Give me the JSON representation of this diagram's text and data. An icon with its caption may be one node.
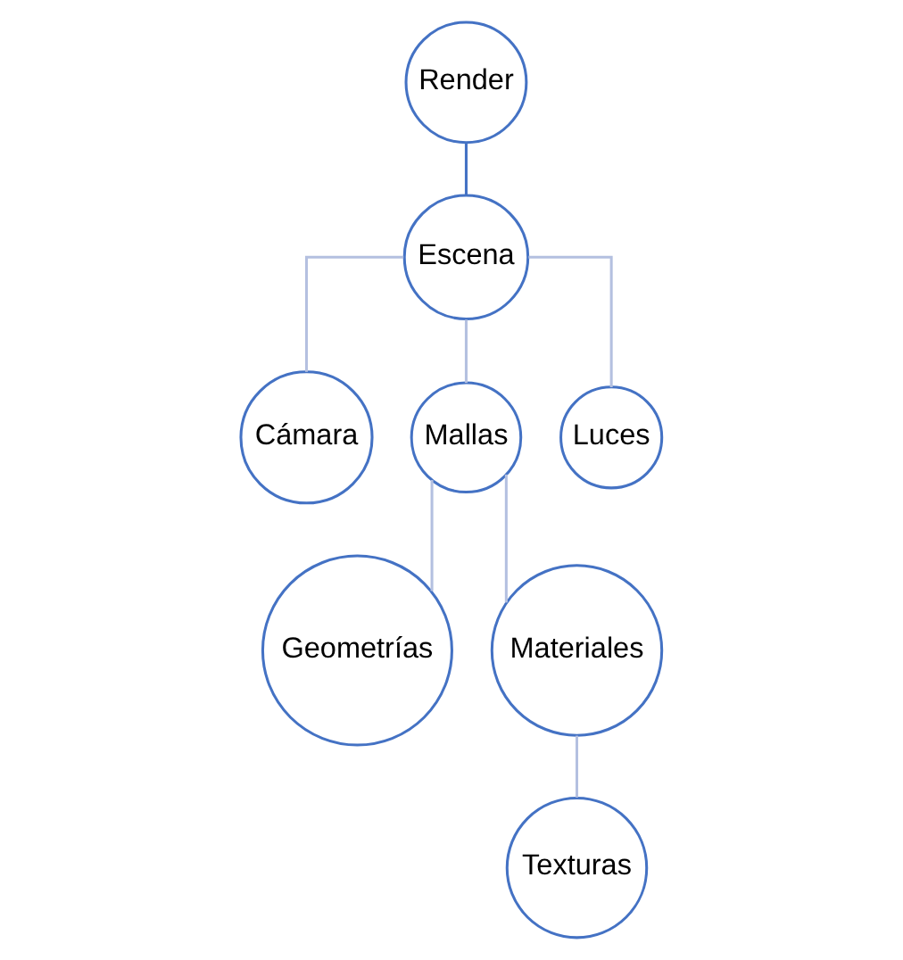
{
  "diagram": {
    "nodes": [
      {
        "text": [
          "Render"
        ]
      },
      {
        "text": [
          "Escena"
        ]
      },
      {
        "text": [
          "Cámara"
        ]
      },
      {
        "text": [
          "Mallas"
        ]
      },
      {
        "text": [
          "Luces"
        ]
      },
      {
        "text": [
          "Geometrías"
        ]
      },
      {
        "text": [
          "Materiales"
        ]
      },
      {
        "text": [
          "Texturas"
        ]
      }
    ],
    "edges": [
      {
        "from": 0,
        "to": 1,
        "arrow": "none",
        "color": "#4472c4"
      },
      {
        "from": 1,
        "to": 2,
        "arrow": "none"
      },
      {
        "from": 1,
        "to": 3,
        "arrow": "none"
      },
      {
        "from": 1,
        "to": 4,
        "arrow": "none"
      },
      {
        "from": 3,
        "to": 5,
        "arrow": "none"
      },
      {
        "from": 3,
        "to": 6,
        "arrow": "none"
      },
      {
        "from": 6,
        "to": 7,
        "arrow": "none"
      }
    ]
  }
}
